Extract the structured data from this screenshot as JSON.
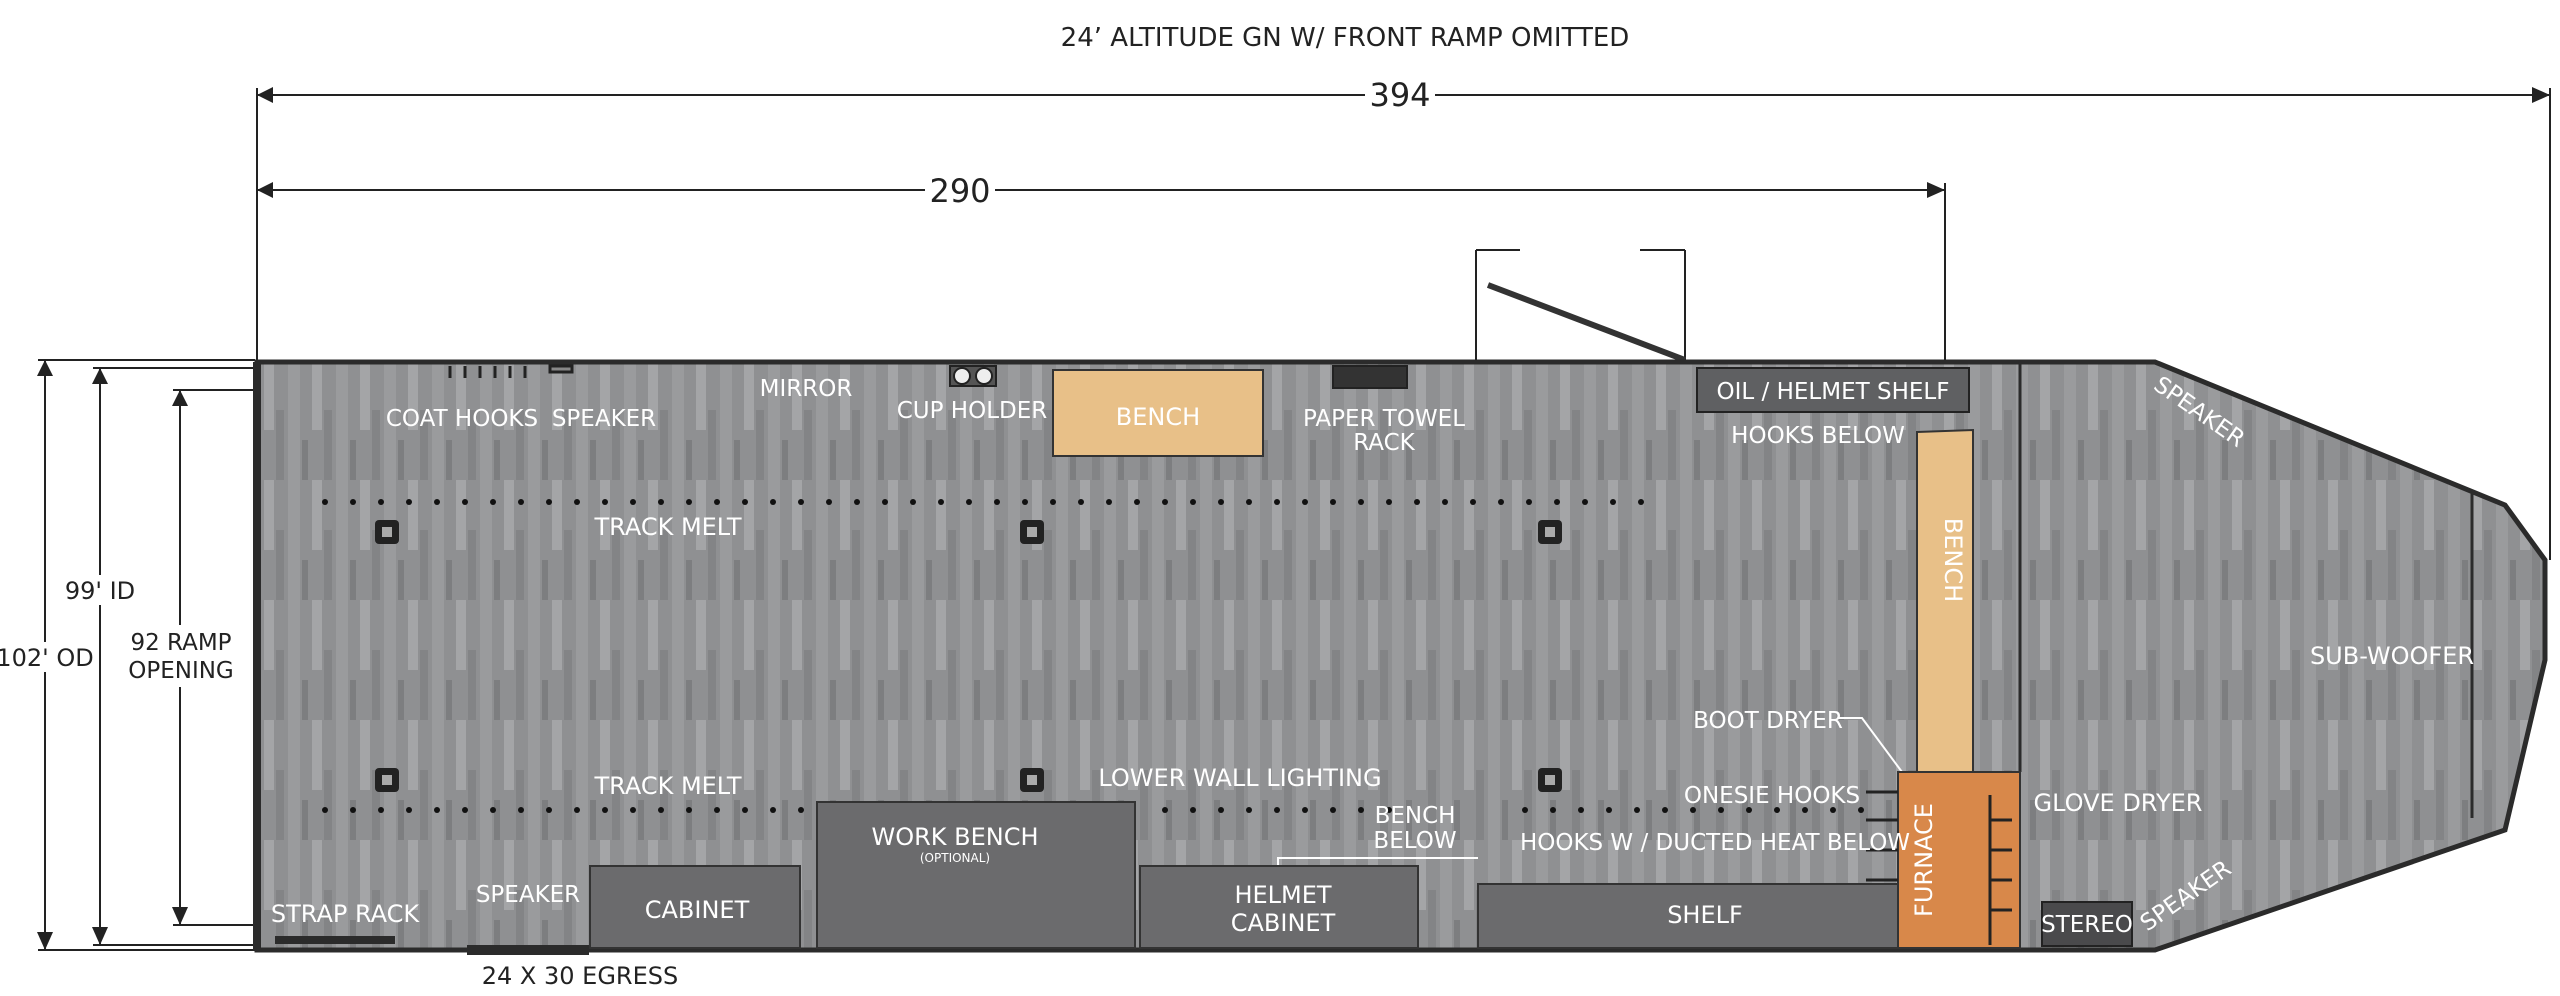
{
  "title": "24’ ALTITUDE GN W/ FRONT RAMP OMITTED",
  "dimensions": {
    "overall_length": "394",
    "partial_length": "290",
    "outer_width": "102' OD",
    "inner_width": "99' ID",
    "ramp_opening_line1": "92 RAMP",
    "ramp_opening_line2": "OPENING"
  },
  "labels": {
    "coat_hooks": "COAT HOOKS",
    "speaker_top": "SPEAKER",
    "mirror": "MIRROR",
    "cup_holder": "CUP HOLDER",
    "bench_top": "BENCH",
    "paper_towel_line1": "PAPER TOWEL",
    "paper_towel_line2": "RACK",
    "oil_helmet_shelf": "OIL / HELMET SHELF",
    "hooks_below": "HOOKS BELOW",
    "speaker_front_top": "SPEAKER",
    "track_melt_top": "TRACK MELT",
    "bench_vertical": "BENCH",
    "sub_woofer": "SUB-WOOFER",
    "boot_dryer": "BOOT DRYER",
    "track_melt_bottom": "TRACK MELT",
    "lower_wall_lighting": "LOWER WALL LIGHTING",
    "onesie_hooks": "ONESIE HOOKS",
    "glove_dryer": "GLOVE DRYER",
    "work_bench": "WORK BENCH",
    "work_bench_note": "(OPTIONAL)",
    "bench_below_line1": "BENCH",
    "bench_below_line2": "BELOW",
    "hooks_ducted_heat": "HOOKS W / DUCTED HEAT BELOW",
    "strap_rack": "STRAP RACK",
    "speaker_bottom": "SPEAKER",
    "cabinet": "CABINET",
    "helmet_cabinet_line1": "HELMET",
    "helmet_cabinet_line2": "CABINET",
    "shelf": "SHELF",
    "furnace": "FURNACE",
    "stereo": "STEREO",
    "speaker_front_bottom": "SPEAKER",
    "egress": "24 X 30 EGRESS"
  },
  "colors": {
    "floor": "#8f9092",
    "floor_light": "#a9aaac",
    "outline": "#2b2b2b",
    "fixture": "#6b6b6d",
    "bench": "#e8c088",
    "furnace": "#d8884a"
  },
  "icons": {
    "track_melt_button": "square-button-icon",
    "cup_holder": "cup-holder-icon"
  }
}
